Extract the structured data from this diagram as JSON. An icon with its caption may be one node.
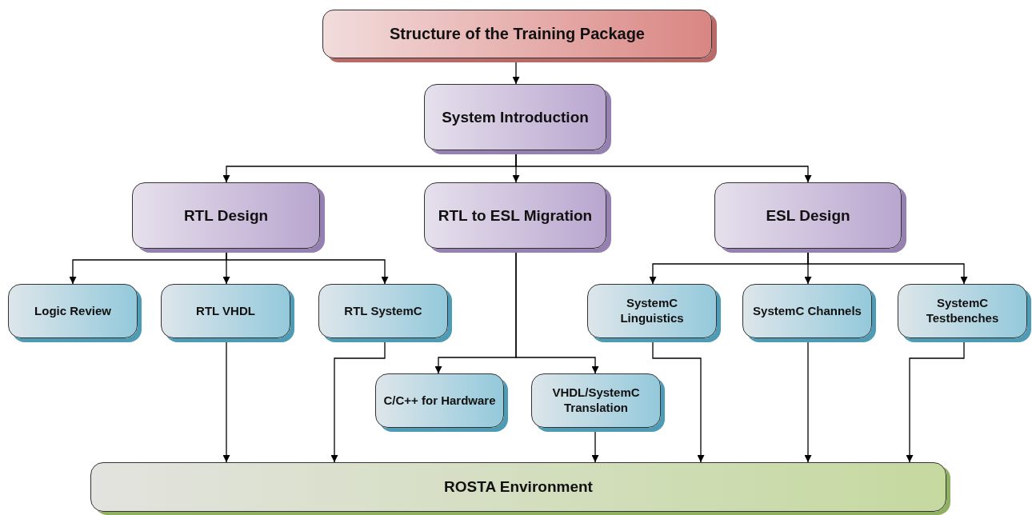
{
  "diagram": {
    "nodes": [
      {
        "text": [
          "Structure of the Training Package"
        ]
      },
      {
        "text": [
          "System Introduction"
        ]
      },
      {
        "text": [
          "RTL Design"
        ]
      },
      {
        "text": [
          "RTL to ESL Migration"
        ]
      },
      {
        "text": [
          "ESL Design"
        ]
      },
      {
        "text": [
          "Logic Review"
        ]
      },
      {
        "text": [
          "RTL VHDL"
        ]
      },
      {
        "text": [
          "RTL SystemC"
        ]
      },
      {
        "text": [
          "SystemC Linguistics"
        ]
      },
      {
        "text": [
          "SystemC Channels"
        ]
      },
      {
        "text": [
          "SystemC Testbenches"
        ]
      },
      {
        "text": [
          "C/C++ for Hardware"
        ]
      },
      {
        "text": [
          "VHDL/SystemC Translation"
        ]
      },
      {
        "text": [
          "ROSTA Environment"
        ]
      }
    ],
    "edges": [
      {
        "from": 0,
        "to": 1,
        "arrow": "to"
      },
      {
        "from": 1,
        "to": 2,
        "arrow": "to"
      },
      {
        "from": 1,
        "to": 3,
        "arrow": "to"
      },
      {
        "from": 1,
        "to": 4,
        "arrow": "to"
      },
      {
        "from": 2,
        "to": 5,
        "arrow": "to"
      },
      {
        "from": 2,
        "to": 6,
        "arrow": "to"
      },
      {
        "from": 2,
        "to": 7,
        "arrow": "to"
      },
      {
        "from": 3,
        "to": 11,
        "arrow": "to"
      },
      {
        "from": 3,
        "to": 12,
        "arrow": "to"
      },
      {
        "from": 4,
        "to": 8,
        "arrow": "to"
      },
      {
        "from": 4,
        "to": 9,
        "arrow": "to"
      },
      {
        "from": 4,
        "to": 10,
        "arrow": "to"
      },
      {
        "from": 6,
        "to": 13,
        "arrow": "to"
      },
      {
        "from": 7,
        "to": 13,
        "arrow": "to"
      },
      {
        "from": 12,
        "to": 13,
        "arrow": "to"
      },
      {
        "from": 8,
        "to": 13,
        "arrow": "to"
      },
      {
        "from": 9,
        "to": 13,
        "arrow": "to"
      },
      {
        "from": 10,
        "to": 13,
        "arrow": "to"
      }
    ]
  }
}
